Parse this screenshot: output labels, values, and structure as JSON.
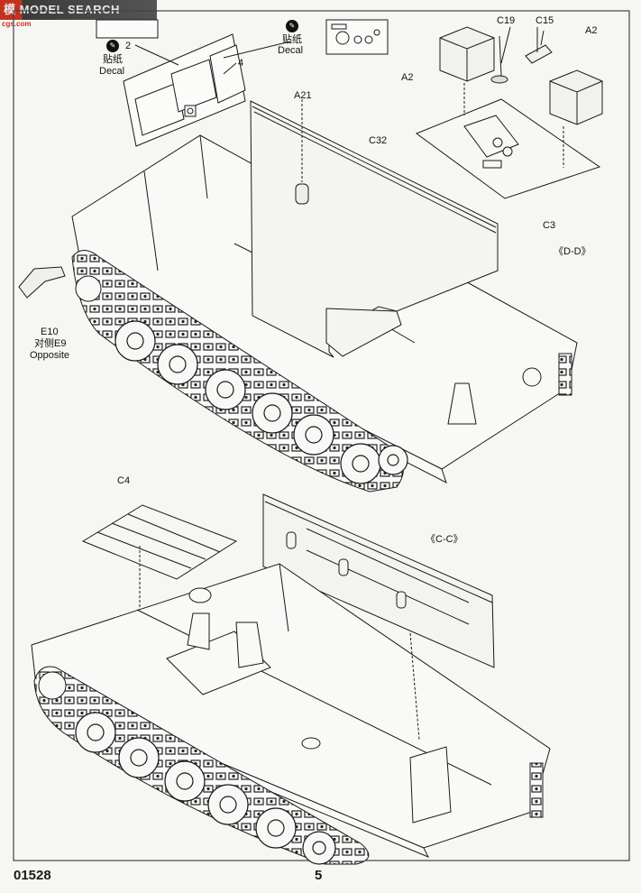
{
  "watermark": {
    "brand": "MODEL SEARCH",
    "prefix": "模",
    "sub": "cgs.com"
  },
  "labels": {
    "step2": "2",
    "decal_cn_left": "贴纸",
    "decal_en_left": "Decal",
    "decal_cn_right": "贴纸",
    "decal_en_right": "Decal",
    "step4": "4",
    "A21": "A21",
    "C32": "C32",
    "C19": "C19",
    "C15": "C15",
    "A2_right": "A2",
    "A2_left": "A2",
    "C3": "C3",
    "DD": "《D-D》",
    "E10": "E10",
    "opp_cn": "对侧E9",
    "opp_en": "Opposite",
    "C4": "C4",
    "CC": "《C-C》"
  },
  "footer": {
    "code": "01528",
    "page": "5"
  }
}
